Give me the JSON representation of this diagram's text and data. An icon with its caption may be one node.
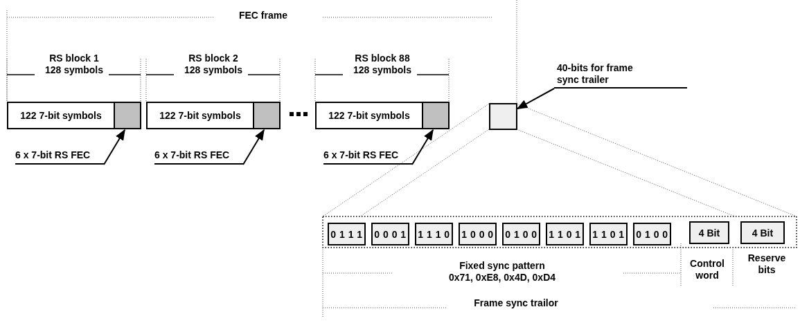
{
  "diagram": {
    "nodes": [
      {
        "text": [
          "122 7-bit symbols"
        ]
      },
      {
        "text": [],
        "shape": "box"
      },
      {
        "text": [
          "122 7-bit symbols"
        ]
      },
      {
        "text": [],
        "shape": "box"
      },
      {
        "text": [
          "122 7-bit symbols"
        ]
      },
      {
        "text": [],
        "shape": "box"
      },
      {
        "text": [],
        "shape": "box"
      },
      {
        "text": [
          "6 x 7-bit RS FEC"
        ]
      },
      {
        "text": [
          "6 x 7-bit RS FEC"
        ]
      },
      {
        "text": [
          "6 x 7-bit RS FEC"
        ]
      },
      {
        "text": [
          "40-bits for frame sync trailer"
        ]
      },
      {
        "text": [
          "0 1 1 1"
        ]
      },
      {
        "text": [
          "0 0 0 1"
        ]
      },
      {
        "text": [
          "1 1 1 0"
        ]
      },
      {
        "text": [
          "1 0 0 0"
        ]
      },
      {
        "text": [
          "0 1 0 0"
        ]
      },
      {
        "text": [
          "1 1 0 1"
        ]
      },
      {
        "text": [
          "1 1 0 1"
        ]
      },
      {
        "text": [
          "0 1 0 0"
        ]
      },
      {
        "text": [
          "4 Bit"
        ]
      },
      {
        "text": [
          "4 Bit"
        ]
      }
    ],
    "edges": [
      {
        "from": 7,
        "to": 1,
        "arrow": "to"
      },
      {
        "from": 8,
        "to": 3,
        "arrow": "to"
      },
      {
        "from": 9,
        "to": 5,
        "arrow": "to"
      },
      {
        "from": 10,
        "to": 6,
        "arrow": "to"
      }
    ],
    "labels": [
      "FEC frame",
      "RS block 1 128 symbols",
      "RS block 2 128 symbols",
      "RS block 88 128 symbols",
      "Fixed sync pattern 0x71, 0xE8, 0x4D, 0xD4",
      "Control word",
      "Reserve bits",
      "Frame sync trailor"
    ]
  }
}
